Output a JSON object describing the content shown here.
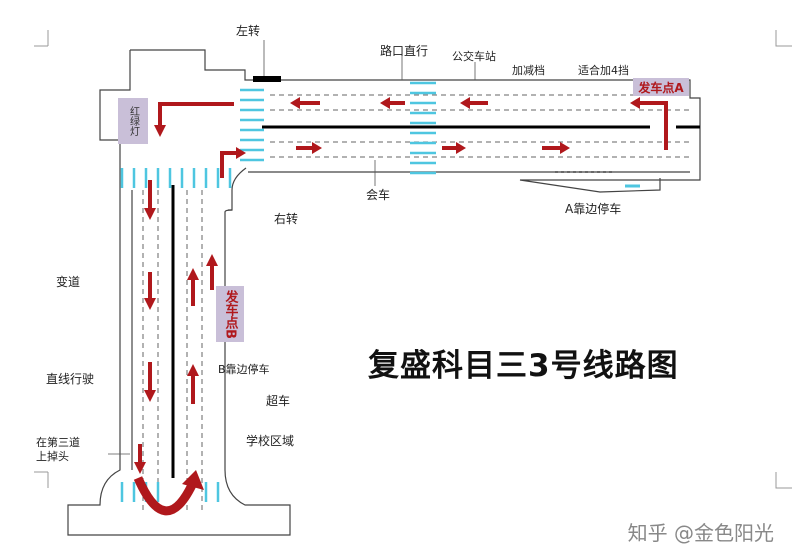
{
  "title": "复盛科目三3号线路图",
  "watermark": "知乎 @金色阳光",
  "labels": {
    "left_turn": "左转",
    "straight_intersection": "路口直行",
    "bus_stop": "公交车站",
    "add_gear": "加减档",
    "gear4": "适合加4挡",
    "meet": "会车",
    "park_a": "A靠边停车",
    "right_turn": "右转",
    "lane_change": "变道",
    "straight": "直线行驶",
    "park_b": "B靠边停车",
    "overtake": "超车",
    "school": "学校区域",
    "uturn_line1": "在第三道",
    "uturn_line2": "上掉头",
    "traffic_light": "红绿灯",
    "start_a": "发车点A",
    "start_b": "发车点B"
  },
  "colors": {
    "road": "#444444",
    "crosswalk": "#4ec6e0",
    "arrow": "#b0181c",
    "box": "#c9bfd8"
  }
}
